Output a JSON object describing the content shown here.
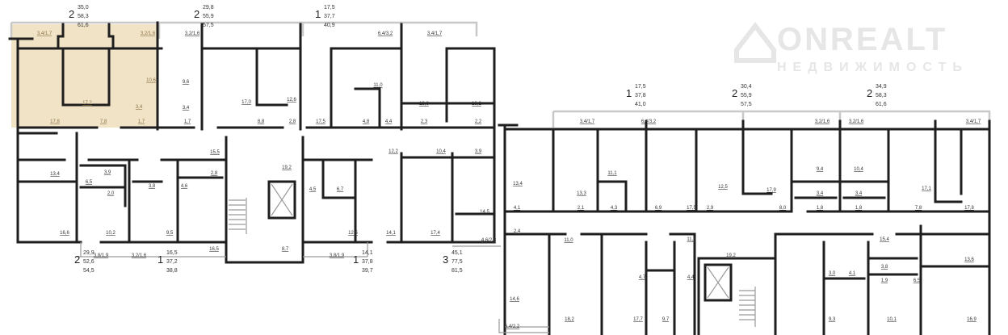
{
  "watermark": {
    "brand": "ONREALT",
    "subtitle": "НЕДВИЖИМОСТЬ"
  },
  "colors": {
    "highlight": "#f1e3c6",
    "wall": "#1e1e1e",
    "balcony": "#c8c8c8"
  },
  "apartments": [
    {
      "rooms": "2",
      "areas": [
        "35,0",
        "58,3",
        "61,6"
      ],
      "selected": true
    },
    {
      "rooms": "2",
      "areas": [
        "29,8",
        "55,9",
        "57,5"
      ]
    },
    {
      "rooms": "1",
      "areas": [
        "17,5",
        "37,7",
        "40,9"
      ]
    },
    {
      "rooms": "1",
      "areas": [
        "17,5",
        "37,8",
        "41,0"
      ]
    },
    {
      "rooms": "2",
      "areas": [
        "30,4",
        "55,9",
        "57,5"
      ]
    },
    {
      "rooms": "2",
      "areas": [
        "34,9",
        "58,3",
        "61,6"
      ]
    },
    {
      "rooms": "2",
      "areas": [
        "29,9",
        "52,6",
        "54,5"
      ]
    },
    {
      "rooms": "1",
      "areas": [
        "16,5",
        "37,2",
        "38,8"
      ]
    },
    {
      "rooms": "1",
      "areas": [
        "14,1",
        "37,8",
        "39,7"
      ]
    },
    {
      "rooms": "3",
      "areas": [
        "45,1",
        "77,5",
        "81,5"
      ]
    }
  ],
  "rooms": [
    "3,4/1,7",
    "3,2/1,6",
    "3,2/1,6",
    "6,4/3,2",
    "3,4/1,7",
    "9,6",
    "10,6",
    "11,0",
    "17,2",
    "3,4",
    "3,4",
    "17,0",
    "12,6",
    "13,6",
    "13,2",
    "17,8",
    "7,8",
    "1,7",
    "1,7",
    "8,8",
    "2,8",
    "17,5",
    "4,8",
    "4,4",
    "2,3",
    "2,2",
    "15,5",
    "19,2",
    "12,2",
    "10,4",
    "3,9",
    "13,4",
    "3,9",
    "2,8",
    "6,5",
    "2,0",
    "3,8",
    "4,6",
    "4,5",
    "6,7",
    "14,5",
    "16,6",
    "10,2",
    "9,5",
    "16,5",
    "8,7",
    "12,5",
    "14,1",
    "17,4",
    "4,6/2,3",
    "3,8/1,9",
    "3,2/1,6",
    "3,8/1,9",
    "3,4/1,7",
    "6,4/3,2",
    "3,2/1,6",
    "3,2/1,6",
    "3,4/1,7",
    "13,4",
    "13,3",
    "11,1",
    "12,5",
    "17,9",
    "9,4",
    "10,4",
    "3,4",
    "3,4",
    "17,1",
    "4,1",
    "2,1",
    "4,3",
    "6,9",
    "17,5",
    "2,9",
    "8,0",
    "1,8",
    "1,8",
    "7,8",
    "17,8",
    "2,4",
    "11,0",
    "11,9",
    "19,2",
    "15,4",
    "13,6",
    "3,8",
    "3,0",
    "4,1",
    "1,9",
    "6,5",
    "4,7",
    "4,4",
    "14,6",
    "18,2",
    "17,7",
    "9,7",
    "9,3",
    "10,1",
    "16,9",
    "6,4/2,2"
  ]
}
